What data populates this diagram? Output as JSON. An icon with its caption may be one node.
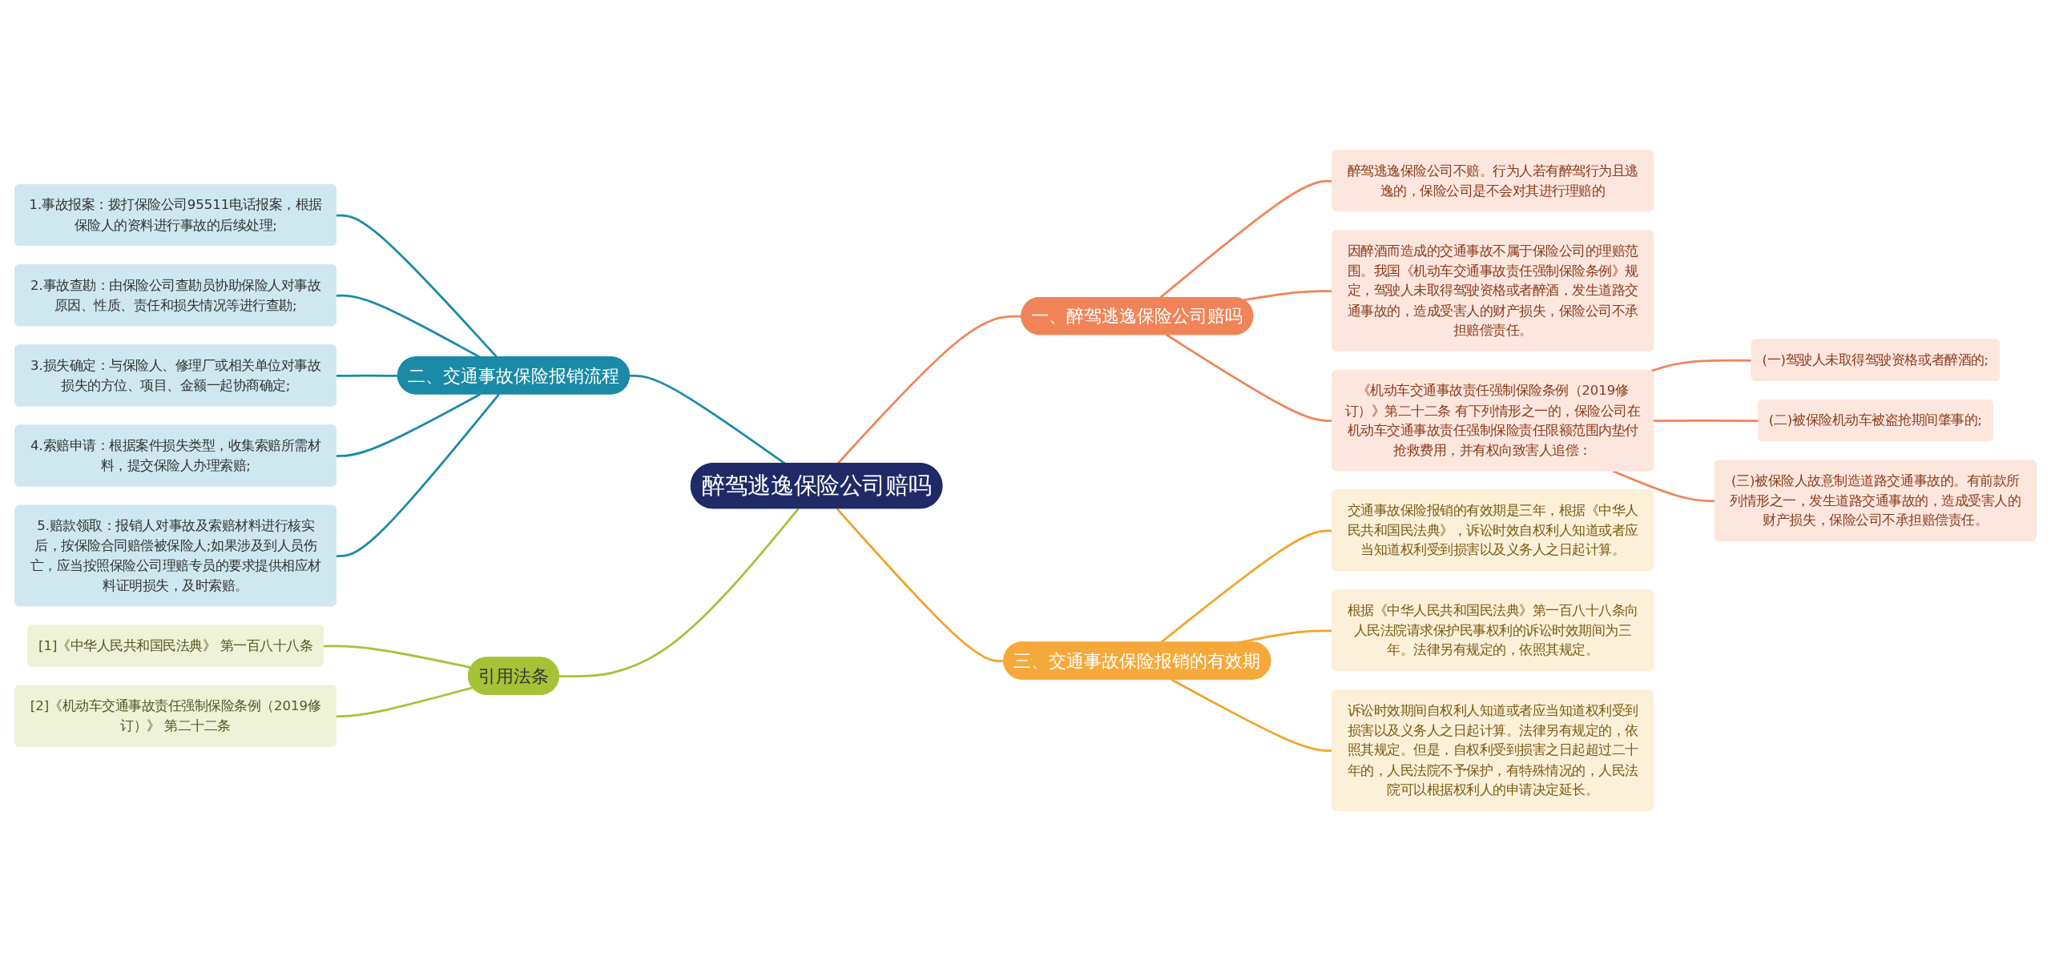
{
  "diagram": {
    "nodes": [
      {
        "text": [
          "醉驾逃逸保险公司赔吗"
        ]
      },
      {
        "text": [
          "一、醉驾逃逸保险公司赔吗"
        ]
      },
      {
        "text": [
          "醉驾逃逸保险公司不赔。行为人若有醉驾行为且逃逸的，保险公司是不会对其进行理赔的"
        ]
      },
      {
        "text": [
          "因醉酒而造成的交通事故不属于保险公司的理赔范围。我国《机动车交通事故责任强制保险条例》规定，驾驶人未取得驾驶资格或者醉酒，发生道路交通事故的，造成受害人的财产损失，保险公司不承担赔偿责任。"
        ]
      },
      {
        "text": [
          "《机动车交通事故责任强制保险条例（2019修订）》第二十二条 有下列情形之一的，保险公司在机动车交通事故责任强制保险责任限额范围内垫付抢救费用，并有权向致害人追偿："
        ]
      },
      {
        "text": [
          "(一)驾驶人未取得驾驶资格或者醉酒的;"
        ]
      },
      {
        "text": [
          "(二)被保险机动车被盗抢期间肇事的;"
        ]
      },
      {
        "text": [
          "(三)被保险人故意制造道路交通事故的。有前款所列情形之一，发生道路交通事故的，造成受害人的财产损失，保险公司不承担赔偿责任。"
        ]
      },
      {
        "text": [
          "三、交通事故保险报销的有效期"
        ]
      },
      {
        "text": [
          "交通事故保险报销的有效期是三年，根据《中华人民共和国民法典》，诉讼时效自权利人知道或者应当知道权利受到损害以及义务人之日起计算。"
        ]
      },
      {
        "text": [
          "根据《中华人民共和国民法典》第一百八十八条向人民法院请求保护民事权利的诉讼时效期间为三年。法律另有规定的，依照其规定。"
        ]
      },
      {
        "text": [
          "诉讼时效期间自权利人知道或者应当知道权利受到损害以及义务人之日起计算。法律另有规定的，依照其规定。但是，自权利受到损害之日起超过二十年的，人民法院不予保护，有特殊情况的，人民法院可以根据权利人的申请决定延长。"
        ]
      },
      {
        "text": [
          "二、交通事故保险报销流程"
        ]
      },
      {
        "text": [
          "1.事故报案：拨打保险公司95511电话报案，根据保险人的资料进行事故的后续处理;"
        ]
      },
      {
        "text": [
          "2.事故查勘：由保险公司查勘员协助保险人对事故原因、性质、责任和损失情况等进行查勘;"
        ]
      },
      {
        "text": [
          "3.损失确定：与保险人、修理厂或相关单位对事故损失的方位、项目、金额一起协商确定;"
        ]
      },
      {
        "text": [
          "4.索赔申请：根据案件损失类型，收集索赔所需材料，提交保险人办理索赔;"
        ]
      },
      {
        "text": [
          "5.赔款领取：报销人对事故及索赔材料进行核实后，按保险合同赔偿被保险人;如果涉及到人员伤亡，应当按照保险公司理赔专员的要求提供相应材料证明损失，及时索赔。"
        ]
      },
      {
        "text": [
          "引用法条"
        ]
      },
      {
        "text": [
          "[1]《中华人民共和国民法典》 第一百八十八条"
        ]
      },
      {
        "text": [
          "[2]《机动车交通事故责任强制保险条例（2019修订）》 第二十二条"
        ]
      }
    ],
    "edges": [
      {
        "from": 0,
        "to": 1,
        "arrow": "none"
      },
      {
        "from": 1,
        "to": 2,
        "arrow": "none"
      },
      {
        "from": 1,
        "to": 3,
        "arrow": "none"
      },
      {
        "from": 1,
        "to": 4,
        "arrow": "none"
      },
      {
        "from": 4,
        "to": 5,
        "arrow": "none"
      },
      {
        "from": 4,
        "to": 6,
        "arrow": "none"
      },
      {
        "from": 4,
        "to": 7,
        "arrow": "none"
      },
      {
        "from": 0,
        "to": 8,
        "arrow": "none",
        "color": "#f0a42c"
      },
      {
        "from": 8,
        "to": 9,
        "arrow": "none",
        "color": "#f0a42c"
      },
      {
        "from": 8,
        "to": 10,
        "arrow": "none",
        "color": "#f0a42c"
      },
      {
        "from": 8,
        "to": 11,
        "arrow": "none",
        "color": "#f0a42c"
      },
      {
        "from": 12,
        "to": 0,
        "arrow": "none",
        "color": "#1a8aa6"
      },
      {
        "from": 13,
        "to": 12,
        "arrow": "none",
        "color": "#1a8aa6"
      },
      {
        "from": 14,
        "to": 12,
        "arrow": "none",
        "color": "#1a8aa6"
      },
      {
        "from": 15,
        "to": 12,
        "arrow": "none",
        "color": "#1a8aa6"
      },
      {
        "from": 16,
        "to": 12,
        "arrow": "none",
        "color": "#1a8aa6"
      },
      {
        "from": 17,
        "to": 12,
        "arrow": "none",
        "color": "#1a8aa6"
      },
      {
        "from": 18,
        "to": 0,
        "arrow": "none",
        "color": "#a6c236"
      },
      {
        "from": 19,
        "to": 18,
        "arrow": "none",
        "color": "#a6c236"
      },
      {
        "from": 20,
        "to": 18,
        "arrow": "none",
        "color": "#a6c236"
      }
    ]
  }
}
